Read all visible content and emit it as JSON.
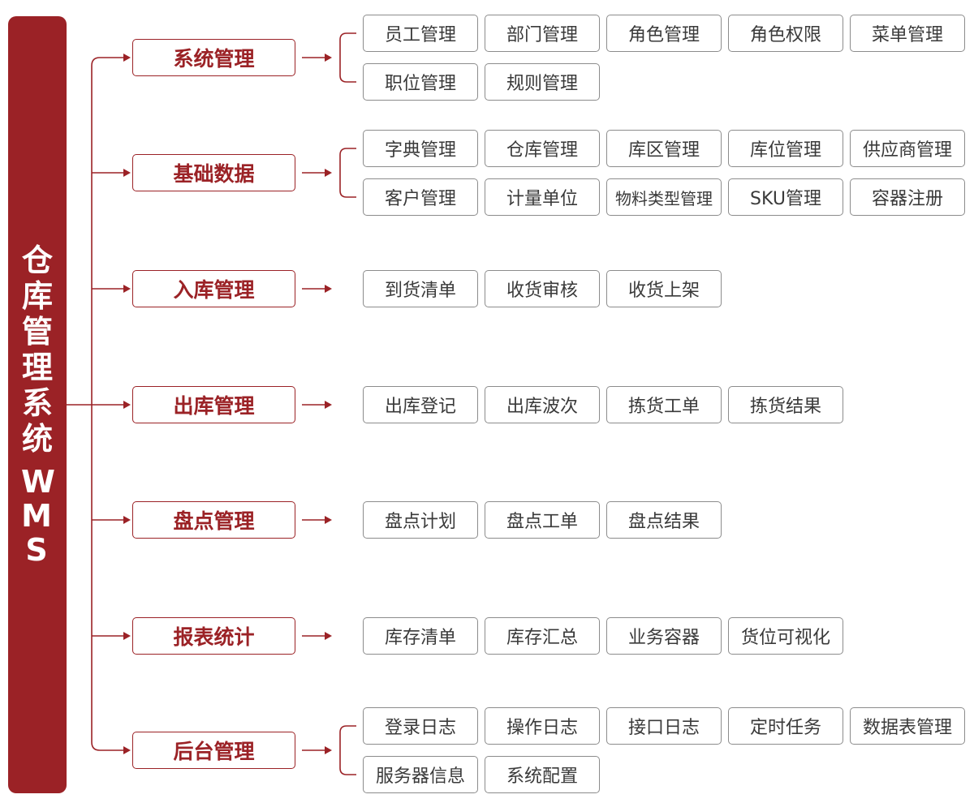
{
  "root": {
    "title": "仓库管理系统",
    "subtitle": "WMS"
  },
  "colors": {
    "accent": "#9b2226",
    "item_border": "#8c8c8c",
    "item_text": "#3a3a3a"
  },
  "categories": [
    {
      "name": "系统管理",
      "items": [
        "员工管理",
        "部门管理",
        "角色管理",
        "角色权限",
        "菜单管理",
        "职位管理",
        "规则管理"
      ]
    },
    {
      "name": "基础数据",
      "items": [
        "字典管理",
        "仓库管理",
        "库区管理",
        "库位管理",
        "供应商管理",
        "客户管理",
        "计量单位",
        "物料类型管理",
        "SKU管理",
        "容器注册"
      ]
    },
    {
      "name": "入库管理",
      "items": [
        "到货清单",
        "收货审核",
        "收货上架"
      ]
    },
    {
      "name": "出库管理",
      "items": [
        "出库登记",
        "出库波次",
        "拣货工单",
        "拣货结果"
      ]
    },
    {
      "name": "盘点管理",
      "items": [
        "盘点计划",
        "盘点工单",
        "盘点结果"
      ]
    },
    {
      "name": "报表统计",
      "items": [
        "库存清单",
        "库存汇总",
        "业务容器",
        "货位可视化"
      ]
    },
    {
      "name": "后台管理",
      "items": [
        "登录日志",
        "操作日志",
        "接口日志",
        "定时任务",
        "数据表管理",
        "服务器信息",
        "系统配置"
      ]
    }
  ]
}
